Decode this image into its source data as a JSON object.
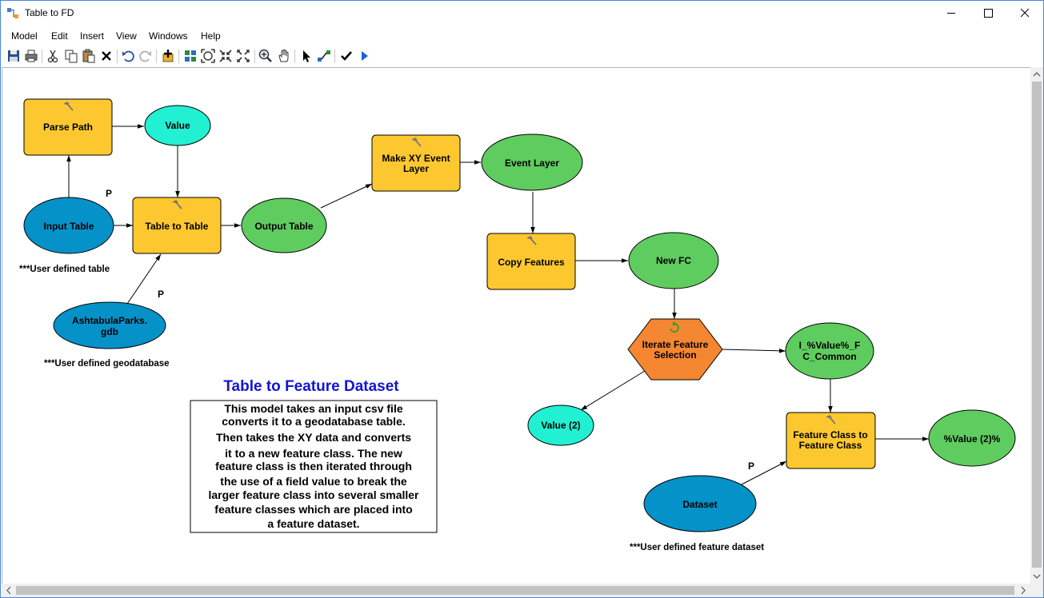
{
  "window": {
    "title": "Table to FD"
  },
  "menu": [
    "Model",
    "Edit",
    "Insert",
    "View",
    "Windows",
    "Help"
  ],
  "toolbar": {
    "icons": [
      "save-icon",
      "print-icon",
      "cut-icon",
      "copy-icon",
      "paste-icon",
      "delete-icon",
      "undo-icon",
      "redo-icon",
      "add-data-icon",
      "auto-layout-icon",
      "full-extent-icon",
      "fixed-zoom-in-icon",
      "fixed-zoom-out-icon",
      "zoom-in-icon",
      "pan-icon",
      "select-icon",
      "connect-icon",
      "validate-icon",
      "run-icon"
    ]
  },
  "colors": {
    "tool": "#fdc82f",
    "input_var": "#0592c9",
    "value_var": "#22f0d2",
    "derived_var": "#5fcc5f",
    "iterator": "#f58632",
    "heading": "#1414d2"
  },
  "model": {
    "tools": {
      "parse_path": "Parse Path",
      "table_to_table": "Table to Table",
      "make_xy_line1": "Make XY Event",
      "make_xy_line2": "Layer",
      "copy_features": "Copy Features",
      "fc_to_fc_line1": "Feature Class to",
      "fc_to_fc_line2": "Feature Class"
    },
    "iterator": {
      "line1": "Iterate Feature",
      "line2": "Selection"
    },
    "variables": {
      "value": "Value",
      "input_table": "Input Table",
      "output_table": "Output Table",
      "gdb_line1": "AshtabulaParks.",
      "gdb_line2": "gdb",
      "event_layer": "Event Layer",
      "new_fc": "New FC",
      "value2": "Value (2)",
      "iter_out_line1": "I_%Value%_F",
      "iter_out_line2": "C_Common",
      "dataset": "Dataset",
      "final_out": "%Value (2)%"
    },
    "param_markers": {
      "p1": "P",
      "p2": "P",
      "p3": "P"
    },
    "notes": {
      "table": "***User defined table",
      "gdb": "***User defined geodatabase",
      "dataset": "***User defined feature dataset"
    },
    "heading": "Table to Feature Dataset",
    "description": [
      "This model takes an input csv file",
      "converts it to a geodatabase table.",
      "Then takes the XY data and converts",
      "it to a new feature class.  The new",
      "feature class is then iterated through",
      "the use of a field value to break the",
      "larger feature class into several smaller",
      "feature classes which are placed into",
      "a feature dataset."
    ]
  }
}
